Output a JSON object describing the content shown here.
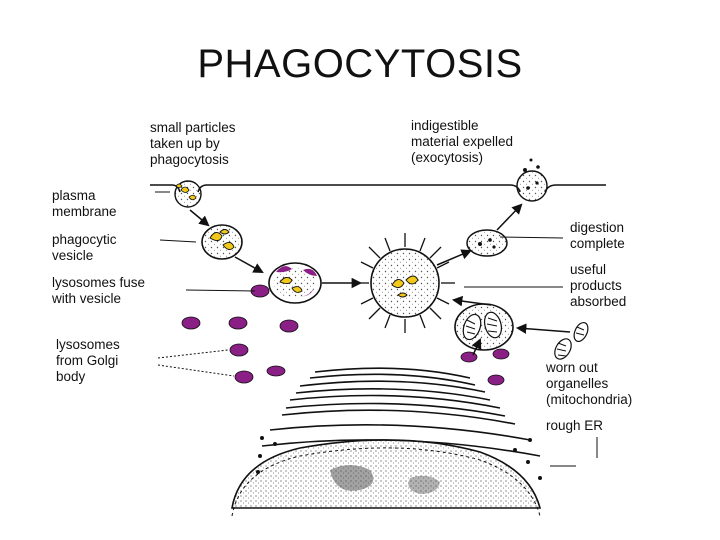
{
  "title": "PHAGOCYTOSIS",
  "labels": {
    "small_particles": [
      "small particles",
      "taken up by",
      "phagocytosis"
    ],
    "indigestible": [
      "indigestible",
      "material expelled",
      "(exocytosis)"
    ],
    "plasma_membrane": [
      "plasma",
      "membrane"
    ],
    "phagocytic_vesicle": [
      "phagocytic",
      "vesicle"
    ],
    "lysosomes_fuse": [
      "lysosomes fuse",
      "with vesicle"
    ],
    "digestion_complete": [
      "digestion",
      "complete"
    ],
    "useful_products": [
      "useful",
      "products",
      "absorbed"
    ],
    "lysosomes_golgi": [
      "lysosomes",
      "from Golgi",
      "body"
    ],
    "worn_out": [
      "worn out",
      "organelles",
      "(mitochondria)"
    ],
    "rough_er": [
      "rough ER"
    ]
  },
  "colors": {
    "particle": "#f2c81a",
    "lysosome": "#8a1f86",
    "ink": "#111111"
  }
}
